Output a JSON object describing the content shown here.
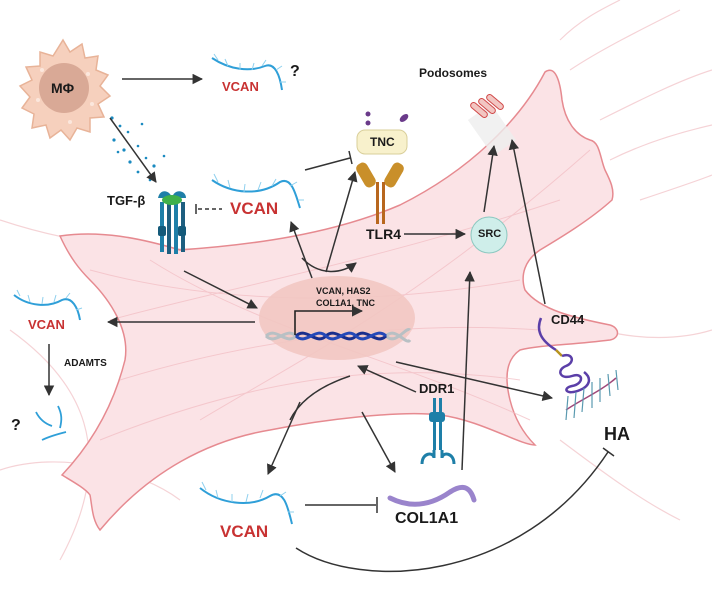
{
  "figure": {
    "title": "VCAN signaling in fibroblast",
    "colors": {
      "cell_fill": "#fbe3e6",
      "cell_stroke": "#e68a90",
      "nucleus_fill": "#f2c6c2",
      "vcan_blue": "#2f9fd8",
      "vcan_label": "#c83232",
      "arrow": "#333333",
      "macrophage_fill": "#f6d0bd",
      "macrophage_nucleus": "#d9a996",
      "tnc_fill": "#f8f1cc",
      "tlr4": "#b8671e",
      "src_fill": "#cfeeea",
      "receptor_blue": "#1e7fa8",
      "collagen": "#9a84cc",
      "cd44": "#5b3fa8"
    }
  },
  "labels": {
    "macrophage": "MΦ",
    "vcan_top": "VCAN",
    "question_top": "?",
    "tgfb": "TGF-β",
    "vcan_mid": "VCAN",
    "tnc": "TNC",
    "tlr4": "TLR4",
    "src": "SRC",
    "podosomes": "Podosomes",
    "genes_line1": "VCAN,  HAS2",
    "genes_line2": "COL1A1, TNC",
    "vcan_left": "VCAN",
    "adamts": "ADAMTS",
    "question_left": "?",
    "cd44": "CD44",
    "ddr1": "DDR1",
    "ha": "HA",
    "vcan_bottom": "VCAN",
    "col1a1": "COL1A1"
  }
}
